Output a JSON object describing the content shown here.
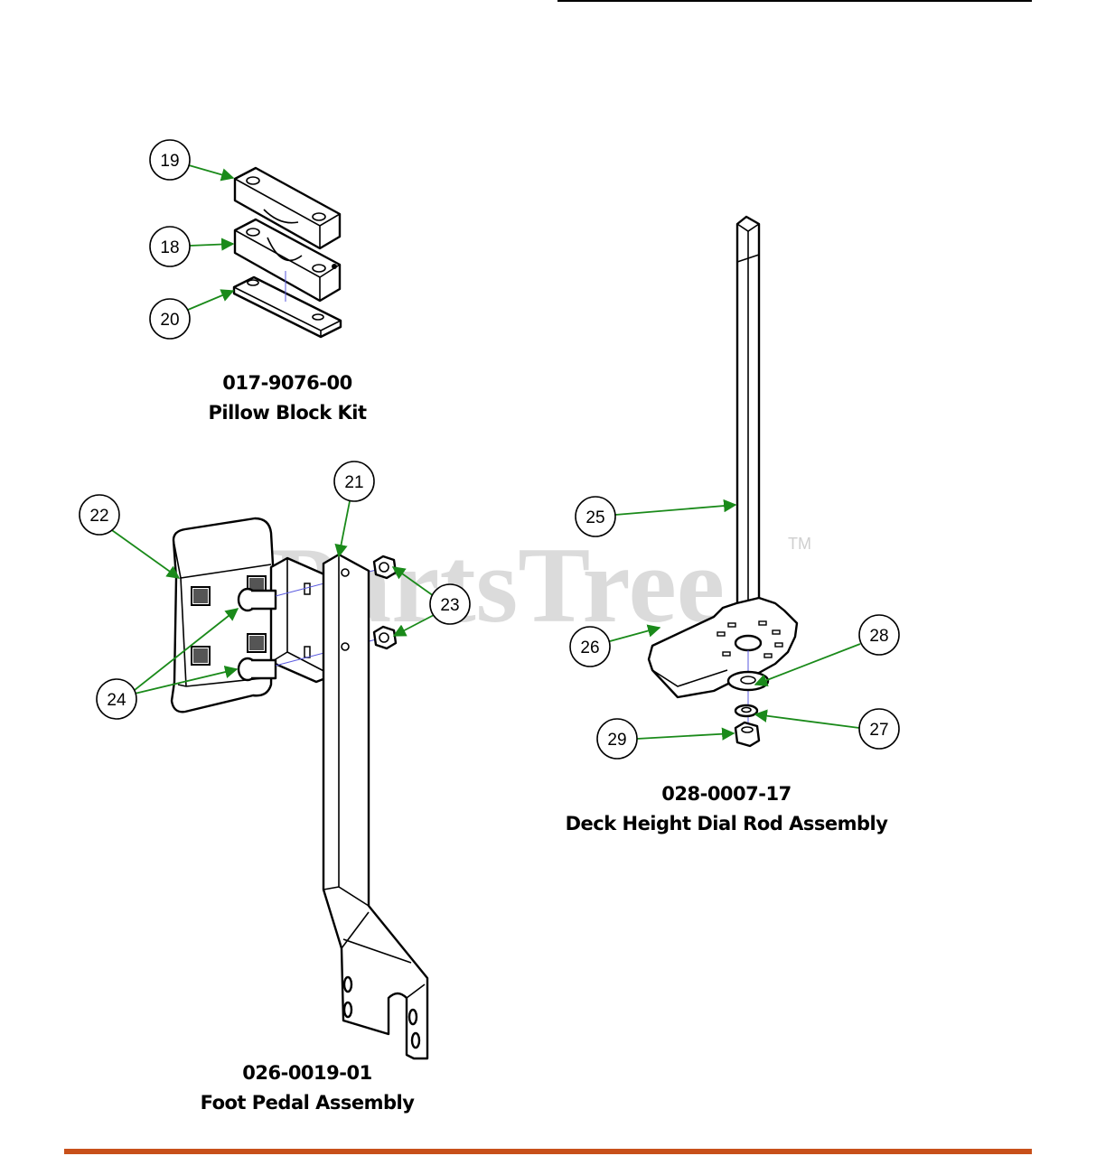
{
  "watermark": {
    "text": "PartsTree",
    "trademark": "TM"
  },
  "assemblies": {
    "pillow_block": {
      "part_number": "017-9076-00",
      "name": "Pillow Block Kit"
    },
    "foot_pedal": {
      "part_number": "026-0019-01",
      "name": "Foot Pedal Assembly"
    },
    "dial_rod": {
      "part_number": "028-0007-17",
      "name": "Deck Height Dial Rod Assembly"
    }
  },
  "callouts": {
    "c18": "18",
    "c19": "19",
    "c20": "20",
    "c21": "21",
    "c22": "22",
    "c23": "23",
    "c24": "24",
    "c25": "25",
    "c26": "26",
    "c27": "27",
    "c28": "28",
    "c29": "29"
  },
  "colors": {
    "leader": "#1a8a1a",
    "bottom_rule": "#c8501a",
    "top_rule": "#000000",
    "axis": "#5a5adf"
  }
}
